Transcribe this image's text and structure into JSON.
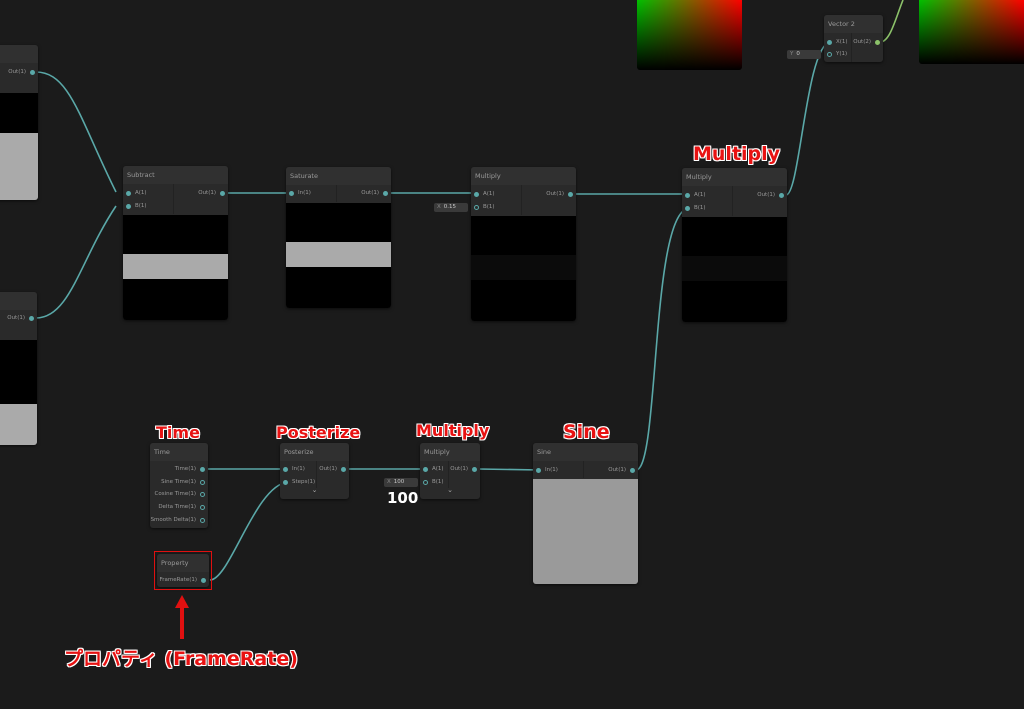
{
  "colors": {
    "background": "#1b1b1b",
    "node": "#2a2a2a",
    "wire": "#5aa8a8",
    "wire_vec2": "#8cc26a",
    "annotation": "#e81212"
  },
  "nodes": {
    "left_top": {
      "out": "Out(1)"
    },
    "left_mid": {
      "out": "Out(1)"
    },
    "subtract": {
      "title": "Subtract",
      "in_a": "A(1)",
      "in_b": "B(1)",
      "out": "Out(1)"
    },
    "saturate": {
      "title": "Saturate",
      "in": "In(1)",
      "out": "Out(1)"
    },
    "multiply1": {
      "title": "Multiply",
      "in_a": "A(1)",
      "in_b": "B(1)",
      "out": "Out(1)",
      "b_axis": "X",
      "b_value": "0.15"
    },
    "multiply2": {
      "title": "Multiply",
      "in_a": "A(1)",
      "in_b": "B(1)",
      "out": "Out(1)"
    },
    "vector2": {
      "title": "Vector 2",
      "in_x": "X(1)",
      "in_y": "Y(1)",
      "out": "Out(2)",
      "y_axis": "Y",
      "y_value": "0"
    },
    "time": {
      "title": "Time",
      "outputs": [
        "Time(1)",
        "Sine Time(1)",
        "Cosine Time(1)",
        "Delta Time(1)",
        "Smooth Delta(1)"
      ]
    },
    "property": {
      "title": "Property",
      "out": "FrameRate(1)"
    },
    "posterize": {
      "title": "Posterize",
      "in": "In(1)",
      "steps": "Steps(1)",
      "out": "Out(1)",
      "chevron": "⌄"
    },
    "multiply3": {
      "title": "Multiply",
      "in_a": "A(1)",
      "in_b": "B(1)",
      "out": "Out(1)",
      "b_axis": "X",
      "b_value": "100",
      "chevron": "⌄"
    },
    "sine": {
      "title": "Sine",
      "in": "In(1)",
      "out": "Out(1)"
    }
  },
  "annotations": {
    "multiply_top": "Multiply",
    "time": "Time",
    "posterize": "Posterize",
    "multiply_mid": "Multiply",
    "sine": "Sine",
    "value_100": "100",
    "property_note": "プロパティ (FrameRate)"
  }
}
